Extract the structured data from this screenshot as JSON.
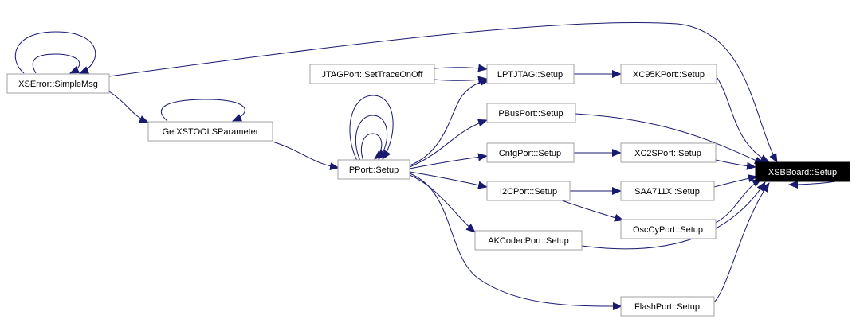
{
  "colors": {
    "edge": "#191970",
    "node_border": "#a0a0a0",
    "node_fill": "#ffffff",
    "node_text": "#000000",
    "highlight_fill": "#000000",
    "highlight_text": "#ffffff"
  },
  "nodes": {
    "xserror": "XSError::SimpleMsg",
    "getparam": "GetXSTOOLSParameter",
    "pport": "PPort::Setup",
    "jtag": "JTAGPort::SetTraceOnOff",
    "lptjtag": "LPTJTAG::Setup",
    "xc95k": "XC95KPort::Setup",
    "pbus": "PBusPort::Setup",
    "cnfg": "CnfgPort::Setup",
    "xc2s": "XC2SPort::Setup",
    "xsb": "XSBBoard::Setup",
    "i2c": "I2CPort::Setup",
    "saa": "SAA711X::Setup",
    "oscy": "OscCyPort::Setup",
    "akcodec": "AKCodecPort::Setup",
    "flash": "FlashPort::Setup"
  }
}
